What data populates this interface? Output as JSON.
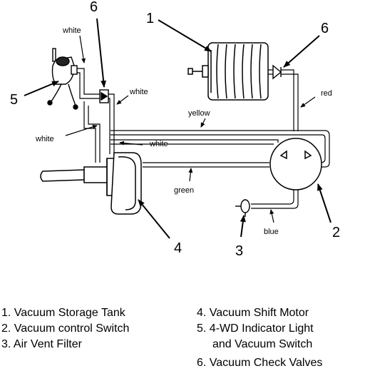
{
  "callouts": {
    "n1": "1",
    "n2": "2",
    "n3": "3",
    "n4": "4",
    "n5": "5",
    "n6_left": "6",
    "n6_right": "6"
  },
  "hose_labels": {
    "white_top": "white",
    "white_mid_right": "white",
    "white_left": "white",
    "white_center": "white",
    "yellow": "yellow",
    "red": "red",
    "green": "green",
    "blue": "blue"
  },
  "legend": {
    "left": [
      "1. Vacuum Storage Tank",
      "2. Vacuum control Switch",
      "3. Air Vent Filter"
    ],
    "right": [
      "4. Vacuum Shift Motor",
      "5. 4-WD Indicator Light",
      "and Vacuum Switch",
      "6. Vacuum Check Valves"
    ]
  }
}
